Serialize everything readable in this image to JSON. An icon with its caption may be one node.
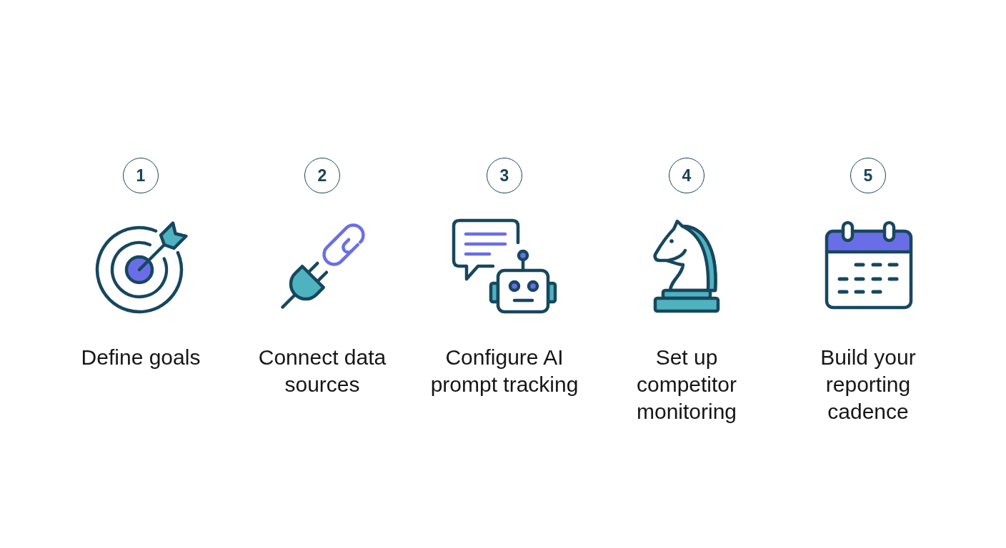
{
  "diagram": {
    "nodes": [
      {
        "text": [
          "1"
        ]
      },
      {
        "text": [
          "2"
        ]
      },
      {
        "text": [
          "3"
        ]
      },
      {
        "text": [
          "4"
        ]
      },
      {
        "text": [
          "5"
        ]
      }
    ],
    "labels": [
      "Define goals",
      "Connect data sources",
      "Configure AI prompt tracking",
      "Set up competitor monitoring",
      "Build your reporting cadence"
    ]
  }
}
